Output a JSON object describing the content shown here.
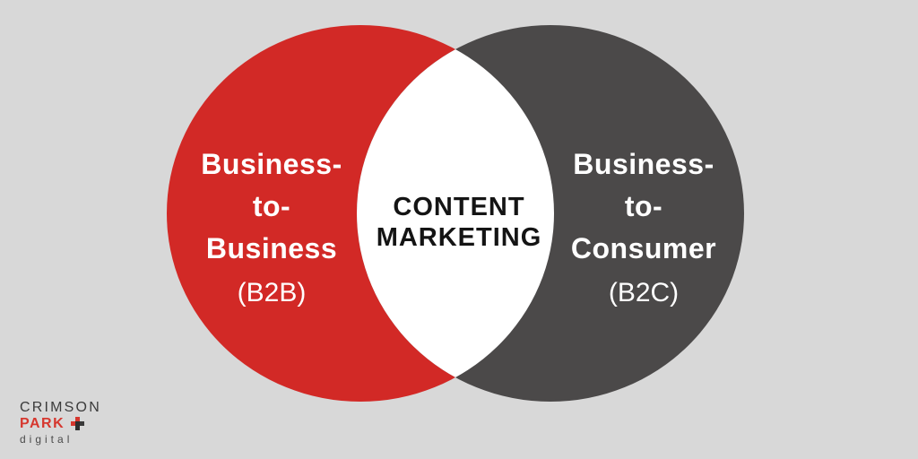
{
  "background_color": "#d8d8d8",
  "venn": {
    "left": {
      "lines": [
        "Business-",
        "to-",
        "Business"
      ],
      "sublabel": "(B2B)",
      "fill": "#d22926",
      "text_color": "#ffffff"
    },
    "right": {
      "lines": [
        "Business-",
        "to-",
        "Consumer"
      ],
      "sublabel": "(B2C)",
      "fill": "#4b4949",
      "text_color": "#ffffff"
    },
    "overlap": {
      "lines": [
        "CONTENT",
        "MARKETING"
      ],
      "fill": "#ffffff",
      "text_color": "#141414"
    }
  },
  "logo": {
    "name": "CRIMSON",
    "park": "PARK",
    "plus_icon": "plus-icon",
    "tagline": "digital",
    "name_color": "#3b3b3b",
    "park_color": "#d6372e",
    "tagline_color": "#4a4a4a"
  }
}
